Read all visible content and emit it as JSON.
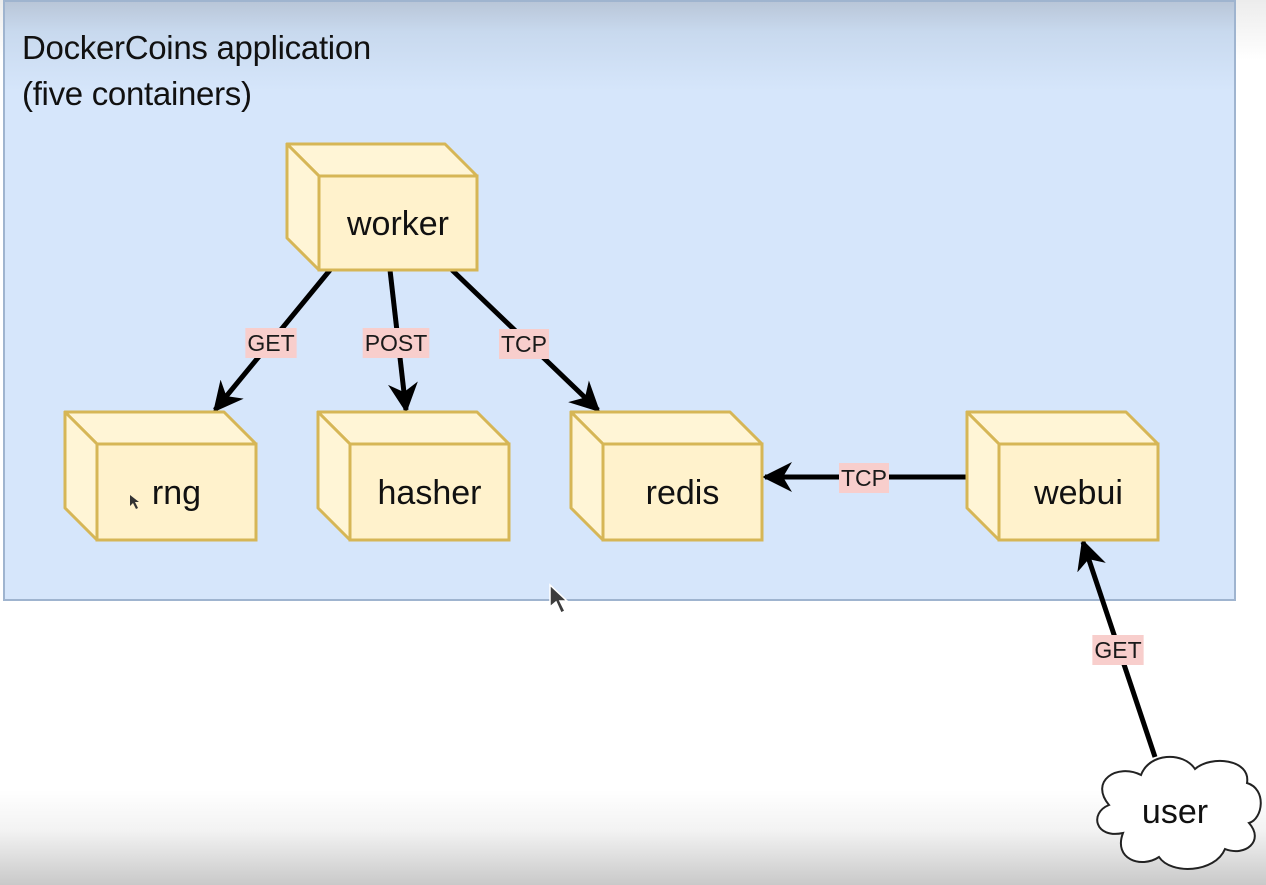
{
  "app": {
    "title_line1": "DockerCoins application",
    "title_line2": "(five containers)"
  },
  "colors": {
    "app_box_fill": "#d6e6fb",
    "app_box_border": "#9fb4cf",
    "container_front": "#fff2cc",
    "container_side": "#fff5d6",
    "container_border": "#d6b656",
    "edge_label_bg": "#f8cecc",
    "edge_color": "#000000",
    "cloud_fill": "#ffffff"
  },
  "nodes": [
    {
      "id": "worker",
      "label": "worker",
      "type": "container"
    },
    {
      "id": "rng",
      "label": "rng",
      "type": "container"
    },
    {
      "id": "hasher",
      "label": "hasher",
      "type": "container"
    },
    {
      "id": "redis",
      "label": "redis",
      "type": "container"
    },
    {
      "id": "webui",
      "label": "webui",
      "type": "container"
    },
    {
      "id": "user",
      "label": "user",
      "type": "cloud"
    }
  ],
  "edges": [
    {
      "from": "worker",
      "to": "rng",
      "label": "GET"
    },
    {
      "from": "worker",
      "to": "hasher",
      "label": "POST"
    },
    {
      "from": "worker",
      "to": "redis",
      "label": "TCP"
    },
    {
      "from": "webui",
      "to": "redis",
      "label": "TCP"
    },
    {
      "from": "user",
      "to": "webui",
      "label": "GET"
    }
  ]
}
